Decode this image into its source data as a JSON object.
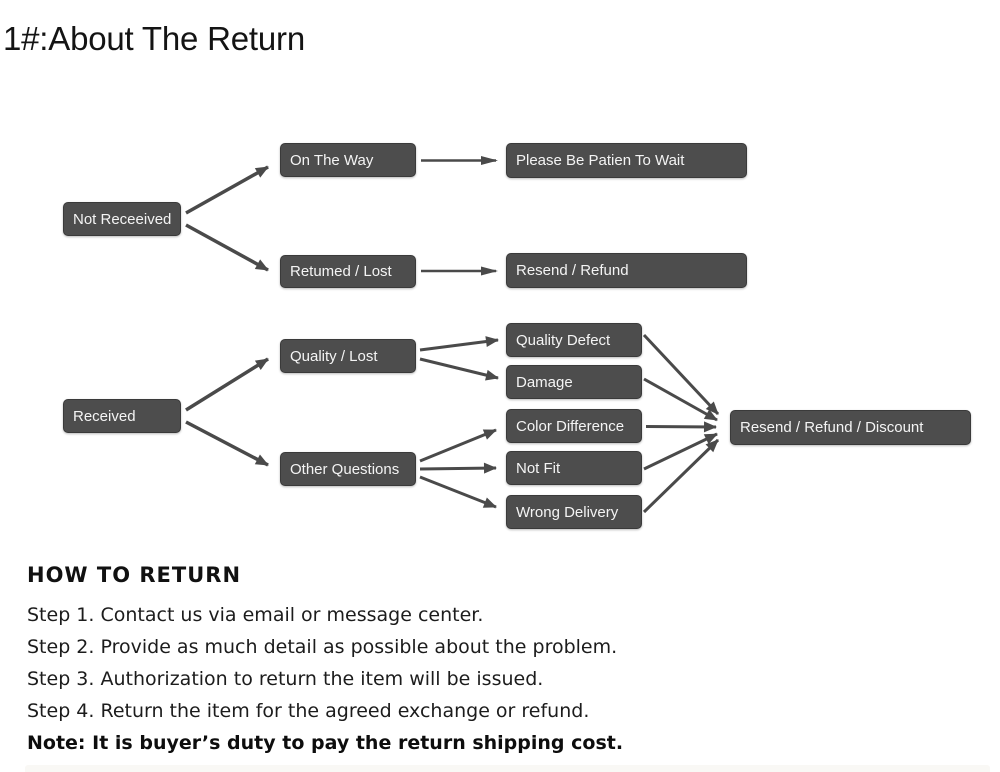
{
  "title": "1#:About The Return",
  "flow": {
    "colors": {
      "node_fill": "#4d4d4d",
      "node_border": "#3a3a3a",
      "node_text": "#f4f4f4",
      "arrow": "#4a4a4a"
    },
    "nodes": [
      {
        "id": "not-received",
        "label": "Not Receeived"
      },
      {
        "id": "on-the-way",
        "label": "On The Way"
      },
      {
        "id": "patient-wait",
        "label": "Please Be Patien To Wait"
      },
      {
        "id": "returned-lost",
        "label": "Retumed / Lost"
      },
      {
        "id": "resend-refund",
        "label": "Resend / Refund"
      },
      {
        "id": "quality-lost",
        "label": "Quality / Lost"
      },
      {
        "id": "received",
        "label": "Received"
      },
      {
        "id": "other-questions",
        "label": "Other Questions"
      },
      {
        "id": "quality-defect",
        "label": "Quality Defect"
      },
      {
        "id": "damage",
        "label": "Damage"
      },
      {
        "id": "color-difference",
        "label": "Color Difference"
      },
      {
        "id": "not-fit",
        "label": "Not Fit"
      },
      {
        "id": "wrong-delivery",
        "label": "Wrong Delivery"
      },
      {
        "id": "resend-refund-discount",
        "label": "Resend / Refund / Discount"
      }
    ],
    "edges": [
      {
        "from": "not-received",
        "to": "on-the-way"
      },
      {
        "from": "not-received",
        "to": "returned-lost"
      },
      {
        "from": "on-the-way",
        "to": "patient-wait"
      },
      {
        "from": "returned-lost",
        "to": "resend-refund"
      },
      {
        "from": "received",
        "to": "quality-lost"
      },
      {
        "from": "received",
        "to": "other-questions"
      },
      {
        "from": "quality-lost",
        "to": "quality-defect"
      },
      {
        "from": "quality-lost",
        "to": "damage"
      },
      {
        "from": "other-questions",
        "to": "color-difference"
      },
      {
        "from": "other-questions",
        "to": "not-fit"
      },
      {
        "from": "other-questions",
        "to": "wrong-delivery"
      },
      {
        "from": "quality-defect",
        "to": "resend-refund-discount"
      },
      {
        "from": "damage",
        "to": "resend-refund-discount"
      },
      {
        "from": "color-difference",
        "to": "resend-refund-discount"
      },
      {
        "from": "not-fit",
        "to": "resend-refund-discount"
      },
      {
        "from": "wrong-delivery",
        "to": "resend-refund-discount"
      }
    ]
  },
  "how_to_return": {
    "heading": "HOW TO RETURN",
    "steps": [
      "Step 1. Contact us via email or message center.",
      "Step 2. Provide as much detail as possible about the problem.",
      "Step 3. Authorization to return the item will be issued.",
      "Step 4. Return the item for the agreed exchange or refund."
    ],
    "note": "Note: It is buyer’s duty to pay the return shipping cost."
  }
}
